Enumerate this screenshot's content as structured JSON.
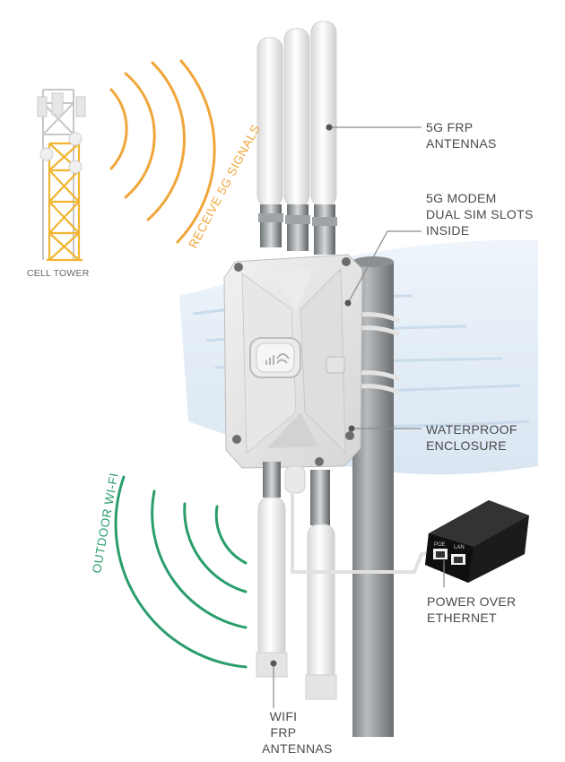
{
  "labels": {
    "cell_tower": "CELL TOWER",
    "receive": "RECEIVE 5G SIGNALS",
    "outdoor_wifi": "OUTDOOR WI-FI",
    "antennas_5g": [
      "5G FRP",
      "ANTENNAS"
    ],
    "modem": [
      "5G MODEM",
      "DUAL SIM SLOTS",
      "INSIDE"
    ],
    "waterproof": [
      "WATERPROOF",
      "ENCLOSURE"
    ],
    "poe": [
      "POWER OVER",
      "ETHERNET"
    ],
    "wifi_antennas": [
      "WIFI FRP",
      "ANTENNAS"
    ],
    "poe_port_1": "POE",
    "poe_port_2": "LAN"
  },
  "colors": {
    "signal_orange": "#f0a63a",
    "wifi_green": "#2a9d6c",
    "tower_yellow": "#f2b531",
    "text_gray": "#4a4a4a"
  },
  "icons": [
    "wifi-logo-icon"
  ]
}
